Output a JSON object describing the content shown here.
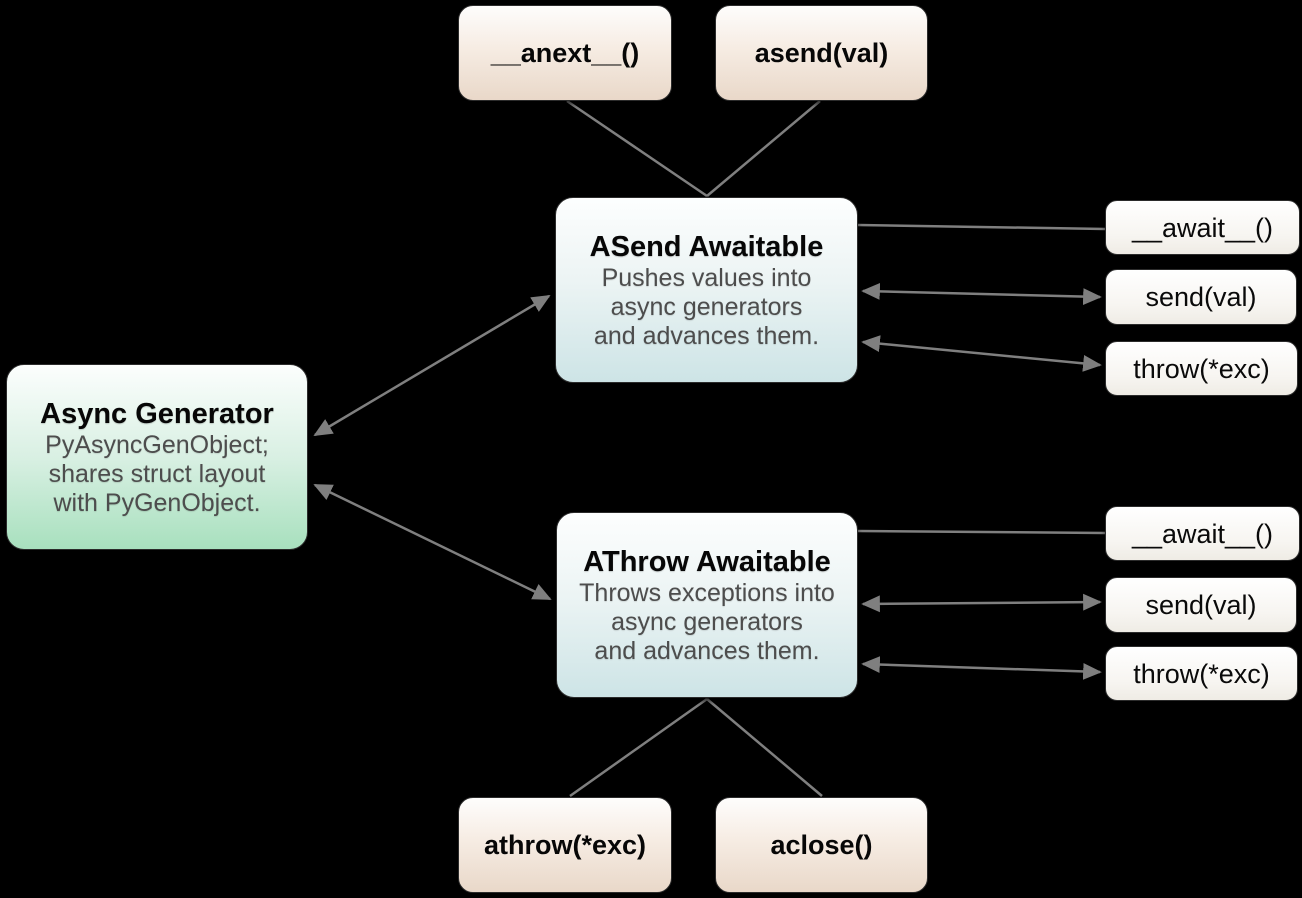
{
  "canvas": {
    "background_color": "#000000",
    "connector_color": "#7f7f7f"
  },
  "colors": {
    "peach_gradient_bottom": "#e9d8c9",
    "teal_gradient_bottom": "#cde4e6",
    "green_gradient_bottom": "#a8e0be",
    "white_gradient_bottom": "#efece5",
    "title_text": "#070707",
    "body_text": "#4d4d4d"
  },
  "nodes": {
    "anext": {
      "label": "__anext__()"
    },
    "asend_val": {
      "label": "asend(val)"
    },
    "asend_awaitable": {
      "title": "ASend Awaitable",
      "body": [
        "Pushes values into",
        "async generators",
        "and advances them."
      ]
    },
    "async_generator": {
      "title": "Async Generator",
      "body": [
        "PyAsyncGenObject;",
        "shares struct layout",
        "with PyGenObject."
      ]
    },
    "athrow_awaitable": {
      "title": "AThrow Awaitable",
      "body": [
        "Throws exceptions into",
        "async generators",
        "and advances them."
      ]
    },
    "await_upper": {
      "label": "__await__()"
    },
    "send_upper": {
      "label": "send(val)"
    },
    "throw_upper": {
      "label": "throw(*exc)"
    },
    "await_lower": {
      "label": "__await__()"
    },
    "send_lower": {
      "label": "send(val)"
    },
    "throw_lower": {
      "label": "throw(*exc)"
    },
    "athrow_exc": {
      "label": "athrow(*exc)"
    },
    "aclose": {
      "label": "aclose()"
    }
  }
}
